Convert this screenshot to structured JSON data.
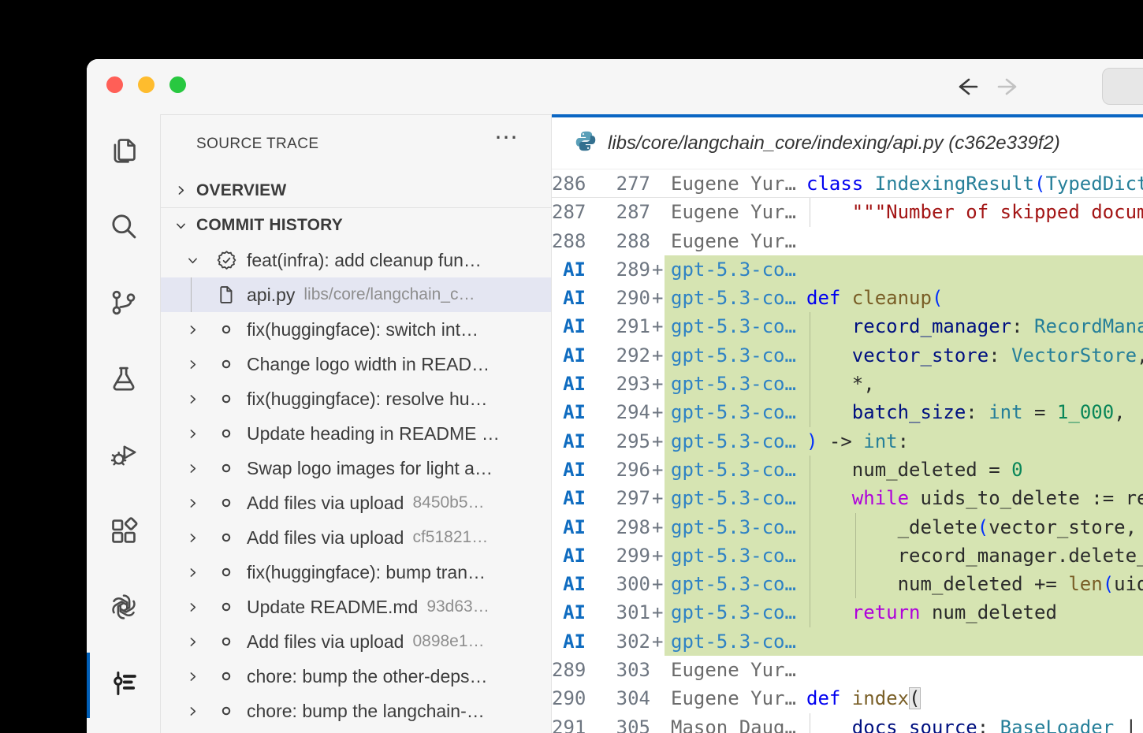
{
  "colors": {
    "accent": "#0b66c3",
    "activity-accent": "#005fb8",
    "selection": "#e4e6f2",
    "ai-green": "#d6e4b2",
    "ai-label": "#0f6cc0",
    "gpt-author": "#2e82c4",
    "author": "#6b6b6b",
    "linenum": "#6e7681",
    "tok-plain": "#2b2b2b",
    "tok-kw": "#0000f0",
    "tok-type": "#267f99",
    "tok-str": "#a31515",
    "tok-param": "#001080",
    "tok-fn": "#795e26",
    "tok-num": "#098658",
    "tok-ctrl": "#af00db",
    "tok-paren": "#0431fa",
    "traffic-close": "#ff5f57",
    "traffic-minimize": "#febc2e",
    "traffic-zoom": "#28c840"
  },
  "window": {
    "traffic_lights": [
      {
        "name": "close",
        "color_key": "traffic-close"
      },
      {
        "name": "minimize",
        "color_key": "traffic-minimize"
      },
      {
        "name": "zoom",
        "color_key": "traffic-zoom"
      }
    ],
    "nav": [
      {
        "name": "back",
        "icon": "arrow-left",
        "enabled": true
      },
      {
        "name": "forward",
        "icon": "arrow-right",
        "enabled": false
      }
    ]
  },
  "activity_bar": {
    "items": [
      {
        "name": "explorer",
        "icon": "files",
        "active": false
      },
      {
        "name": "search",
        "icon": "search",
        "active": false
      },
      {
        "name": "source-control",
        "icon": "source-control",
        "active": false
      },
      {
        "name": "testing",
        "icon": "beaker",
        "active": false
      },
      {
        "name": "run-debug",
        "icon": "debug",
        "active": false
      },
      {
        "name": "extensions",
        "icon": "extensions",
        "active": false
      },
      {
        "name": "openai",
        "icon": "openai-logo",
        "active": false
      },
      {
        "name": "source-trace",
        "icon": "trace-timeline",
        "active": true
      }
    ]
  },
  "panel": {
    "title": "SOURCE TRACE",
    "more_actions": "⋯",
    "sections": {
      "overview": {
        "label": "OVERVIEW",
        "expanded": false
      },
      "commit_history": {
        "label": "COMMIT HISTORY",
        "expanded": true
      }
    },
    "items": [
      {
        "kind": "commit",
        "icon": "verified-badge",
        "expanded": true,
        "label": "feat(infra): add cleanup fun…",
        "desc": ""
      },
      {
        "kind": "file",
        "icon": "file",
        "selected": true,
        "label": "api.py",
        "desc": "libs/core/langchain_c…"
      },
      {
        "kind": "commit",
        "icon": "commit-circle",
        "label": "fix(huggingface): switch int…",
        "desc": ""
      },
      {
        "kind": "commit",
        "icon": "commit-circle",
        "label": "Change logo width in READ…",
        "desc": ""
      },
      {
        "kind": "commit",
        "icon": "commit-circle",
        "label": "fix(huggingface): resolve hu…",
        "desc": ""
      },
      {
        "kind": "commit",
        "icon": "commit-circle",
        "label": "Update heading in README …",
        "desc": ""
      },
      {
        "kind": "commit",
        "icon": "commit-circle",
        "label": "Swap logo images for light a…",
        "desc": ""
      },
      {
        "kind": "commit",
        "icon": "commit-circle",
        "label": "Add files via upload",
        "desc": "8450b5…"
      },
      {
        "kind": "commit",
        "icon": "commit-circle",
        "label": "Add files via upload",
        "desc": "cf51821…"
      },
      {
        "kind": "commit",
        "icon": "commit-circle",
        "label": "fix(huggingface): bump tran…",
        "desc": ""
      },
      {
        "kind": "commit",
        "icon": "commit-circle",
        "label": "Update README.md",
        "desc": "93d63…"
      },
      {
        "kind": "commit",
        "icon": "commit-circle",
        "label": "Add files via upload",
        "desc": "0898e1…"
      },
      {
        "kind": "commit",
        "icon": "commit-circle",
        "label": "chore: bump the other-deps…",
        "desc": ""
      },
      {
        "kind": "commit",
        "icon": "commit-circle",
        "label": "chore: bump the langchain-…",
        "desc": ""
      }
    ]
  },
  "editor": {
    "tab_title": "libs/core/langchain_core/indexing/api.py (c362e339f2)",
    "language_icon": "python",
    "ai_label": "AI",
    "plus_mark": "+",
    "rows": [
      {
        "kind": "ctx",
        "sticky": true,
        "old": "286",
        "new": "277",
        "author": "Eugene Yur…",
        "guides": [],
        "segs": [
          [
            "class ",
            "kw"
          ],
          [
            "IndexingResult",
            "type"
          ],
          [
            "(",
            "pb"
          ],
          [
            "TypedDict",
            "type"
          ]
        ]
      },
      {
        "kind": "ctx",
        "old": "287",
        "new": "287",
        "author": "Eugene Yur…",
        "guides": [
          0
        ],
        "segs": [
          [
            "    \"\"\"Number of skipped docume",
            "str"
          ]
        ]
      },
      {
        "kind": "ctx",
        "old": "288",
        "new": "288",
        "author": "Eugene Yur…",
        "guides": [],
        "segs": []
      },
      {
        "kind": "ai",
        "new": "289",
        "author": "gpt-5.3-co…",
        "guides": [],
        "segs": []
      },
      {
        "kind": "ai",
        "new": "290",
        "author": "gpt-5.3-co…",
        "guides": [],
        "segs": [
          [
            "def ",
            "kw"
          ],
          [
            "cleanup",
            "fn"
          ],
          [
            "(",
            "pb"
          ]
        ]
      },
      {
        "kind": "ai",
        "new": "291",
        "author": "gpt-5.3-co…",
        "guides": [
          0
        ],
        "segs": [
          [
            "    ",
            "plain"
          ],
          [
            "record_manager",
            "param"
          ],
          [
            ": ",
            "plain"
          ],
          [
            "RecordManag",
            "type"
          ]
        ]
      },
      {
        "kind": "ai",
        "new": "292",
        "author": "gpt-5.3-co…",
        "guides": [
          0
        ],
        "segs": [
          [
            "    ",
            "plain"
          ],
          [
            "vector_store",
            "param"
          ],
          [
            ": ",
            "plain"
          ],
          [
            "VectorStore",
            "type"
          ],
          [
            ",",
            "plain"
          ]
        ]
      },
      {
        "kind": "ai",
        "new": "293",
        "author": "gpt-5.3-co…",
        "guides": [
          0
        ],
        "segs": [
          [
            "    *,",
            "plain"
          ]
        ]
      },
      {
        "kind": "ai",
        "new": "294",
        "author": "gpt-5.3-co…",
        "guides": [
          0
        ],
        "segs": [
          [
            "    ",
            "plain"
          ],
          [
            "batch_size",
            "param"
          ],
          [
            ": ",
            "plain"
          ],
          [
            "int",
            "type"
          ],
          [
            " = ",
            "plain"
          ],
          [
            "1_000",
            "num"
          ],
          [
            ",",
            "plain"
          ]
        ]
      },
      {
        "kind": "ai",
        "new": "295",
        "author": "gpt-5.3-co…",
        "guides": [],
        "segs": [
          [
            ")",
            "pb"
          ],
          [
            " -> ",
            "plain"
          ],
          [
            "int",
            "type"
          ],
          [
            ":",
            "plain"
          ]
        ]
      },
      {
        "kind": "ai",
        "new": "296",
        "author": "gpt-5.3-co…",
        "guides": [
          0
        ],
        "segs": [
          [
            "    num_deleted = ",
            "plain"
          ],
          [
            "0",
            "num"
          ]
        ]
      },
      {
        "kind": "ai",
        "new": "297",
        "author": "gpt-5.3-co…",
        "guides": [
          0
        ],
        "segs": [
          [
            "    ",
            "plain"
          ],
          [
            "while ",
            "ctrl"
          ],
          [
            "uids_to_delete := rec",
            "plain"
          ]
        ]
      },
      {
        "kind": "ai",
        "new": "298",
        "author": "gpt-5.3-co…",
        "guides": [
          0,
          4
        ],
        "segs": [
          [
            "        _delete",
            "plain"
          ],
          [
            "(",
            "pb"
          ],
          [
            "vector_store, u",
            "plain"
          ]
        ]
      },
      {
        "kind": "ai",
        "new": "299",
        "author": "gpt-5.3-co…",
        "guides": [
          0,
          4
        ],
        "segs": [
          [
            "        record_manager.delete_k",
            "plain"
          ]
        ]
      },
      {
        "kind": "ai",
        "new": "300",
        "author": "gpt-5.3-co…",
        "guides": [
          0,
          4
        ],
        "segs": [
          [
            "        num_deleted += ",
            "plain"
          ],
          [
            "len",
            "fn"
          ],
          [
            "(",
            "pb"
          ],
          [
            "uids",
            "plain"
          ]
        ]
      },
      {
        "kind": "ai",
        "new": "301",
        "author": "gpt-5.3-co…",
        "guides": [
          0
        ],
        "segs": [
          [
            "    ",
            "plain"
          ],
          [
            "return ",
            "ctrl"
          ],
          [
            "num_deleted",
            "plain"
          ]
        ]
      },
      {
        "kind": "ai",
        "new": "302",
        "author": "gpt-5.3-co…",
        "guides": [],
        "segs": []
      },
      {
        "kind": "ctx",
        "old": "289",
        "new": "303",
        "author": "Eugene Yur…",
        "guides": [],
        "segs": []
      },
      {
        "kind": "ctx",
        "old": "290",
        "new": "304",
        "author": "Eugene Yur…",
        "guides": [],
        "segs": [
          [
            "def ",
            "kw"
          ],
          [
            "index",
            "fn"
          ],
          [
            "(",
            "brkt"
          ]
        ]
      },
      {
        "kind": "ctx",
        "old": "291",
        "new": "305",
        "author": "Mason Daug…",
        "guides": [
          0
        ],
        "segs": [
          [
            "    ",
            "plain"
          ],
          [
            "docs_source",
            "param"
          ],
          [
            ": ",
            "plain"
          ],
          [
            "BaseLoader",
            "type"
          ],
          [
            " |",
            "plain"
          ]
        ]
      }
    ]
  }
}
